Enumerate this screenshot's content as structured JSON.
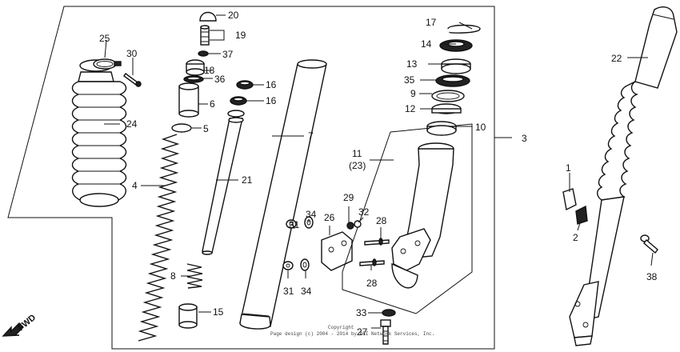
{
  "callouts": {
    "c1": "1",
    "c2": "2",
    "c3": "3",
    "c4": "4",
    "c5": "5",
    "c6": "6",
    "c7": "7",
    "c8": "8",
    "c9": "9",
    "c10": "10",
    "c11": "11",
    "c11b": "(23)",
    "c12": "12",
    "c13": "13",
    "c14": "14",
    "c15": "15",
    "c16a": "16",
    "c16b": "16",
    "c17": "17",
    "c18": "18",
    "c19": "19",
    "c20": "20",
    "c21": "21",
    "c22": "22",
    "c24": "24",
    "c25": "25",
    "c26": "26",
    "c27": "27",
    "c28a": "28",
    "c28b": "28",
    "c29": "29",
    "c30": "30",
    "c31a": "31",
    "c31b": "31",
    "c32": "32",
    "c33": "33",
    "c34a": "34",
    "c34b": "34",
    "c35": "35",
    "c36": "36",
    "c37": "37",
    "c38": "38"
  },
  "fwd_label": "FWD",
  "copyright": {
    "line1": "Copyright",
    "line2": "Page design (c) 2004 - 2014 by ARI Network Services, Inc."
  }
}
